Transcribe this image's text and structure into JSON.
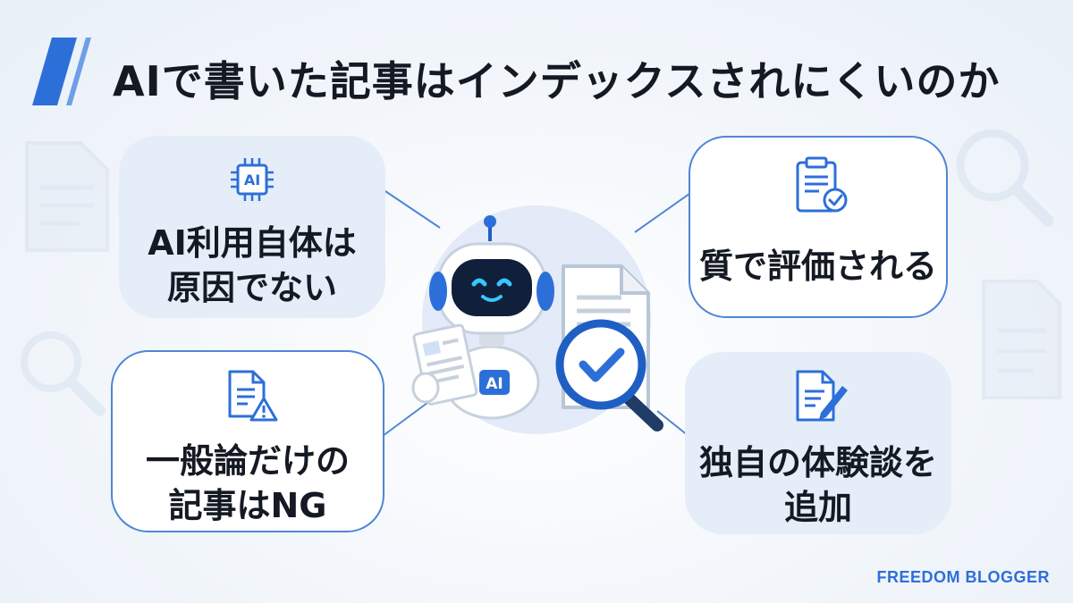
{
  "title": "AIで書いた記事はインデックスされにくいのか",
  "cards": {
    "top_left": {
      "line1": "AI利用自体は",
      "line2": "原因でない",
      "icon": "ai-chip-icon"
    },
    "bottom_left": {
      "line1": "一般論だけの",
      "line2": "記事はNG",
      "icon": "document-warning-icon"
    },
    "top_right": {
      "line1": "質で評価される",
      "icon": "clipboard-check-icon"
    },
    "bottom_right": {
      "line1": "独自の体験談を",
      "line2": "追加",
      "icon": "document-edit-icon"
    }
  },
  "center": {
    "chip_label": "AI",
    "robot_badge": "AI"
  },
  "brand": "FREEDOM BLOGGER",
  "colors": {
    "accent": "#2d6fd8",
    "text": "#141923",
    "card_fill": "#e4edf8",
    "card_border": "#4f86d6"
  }
}
